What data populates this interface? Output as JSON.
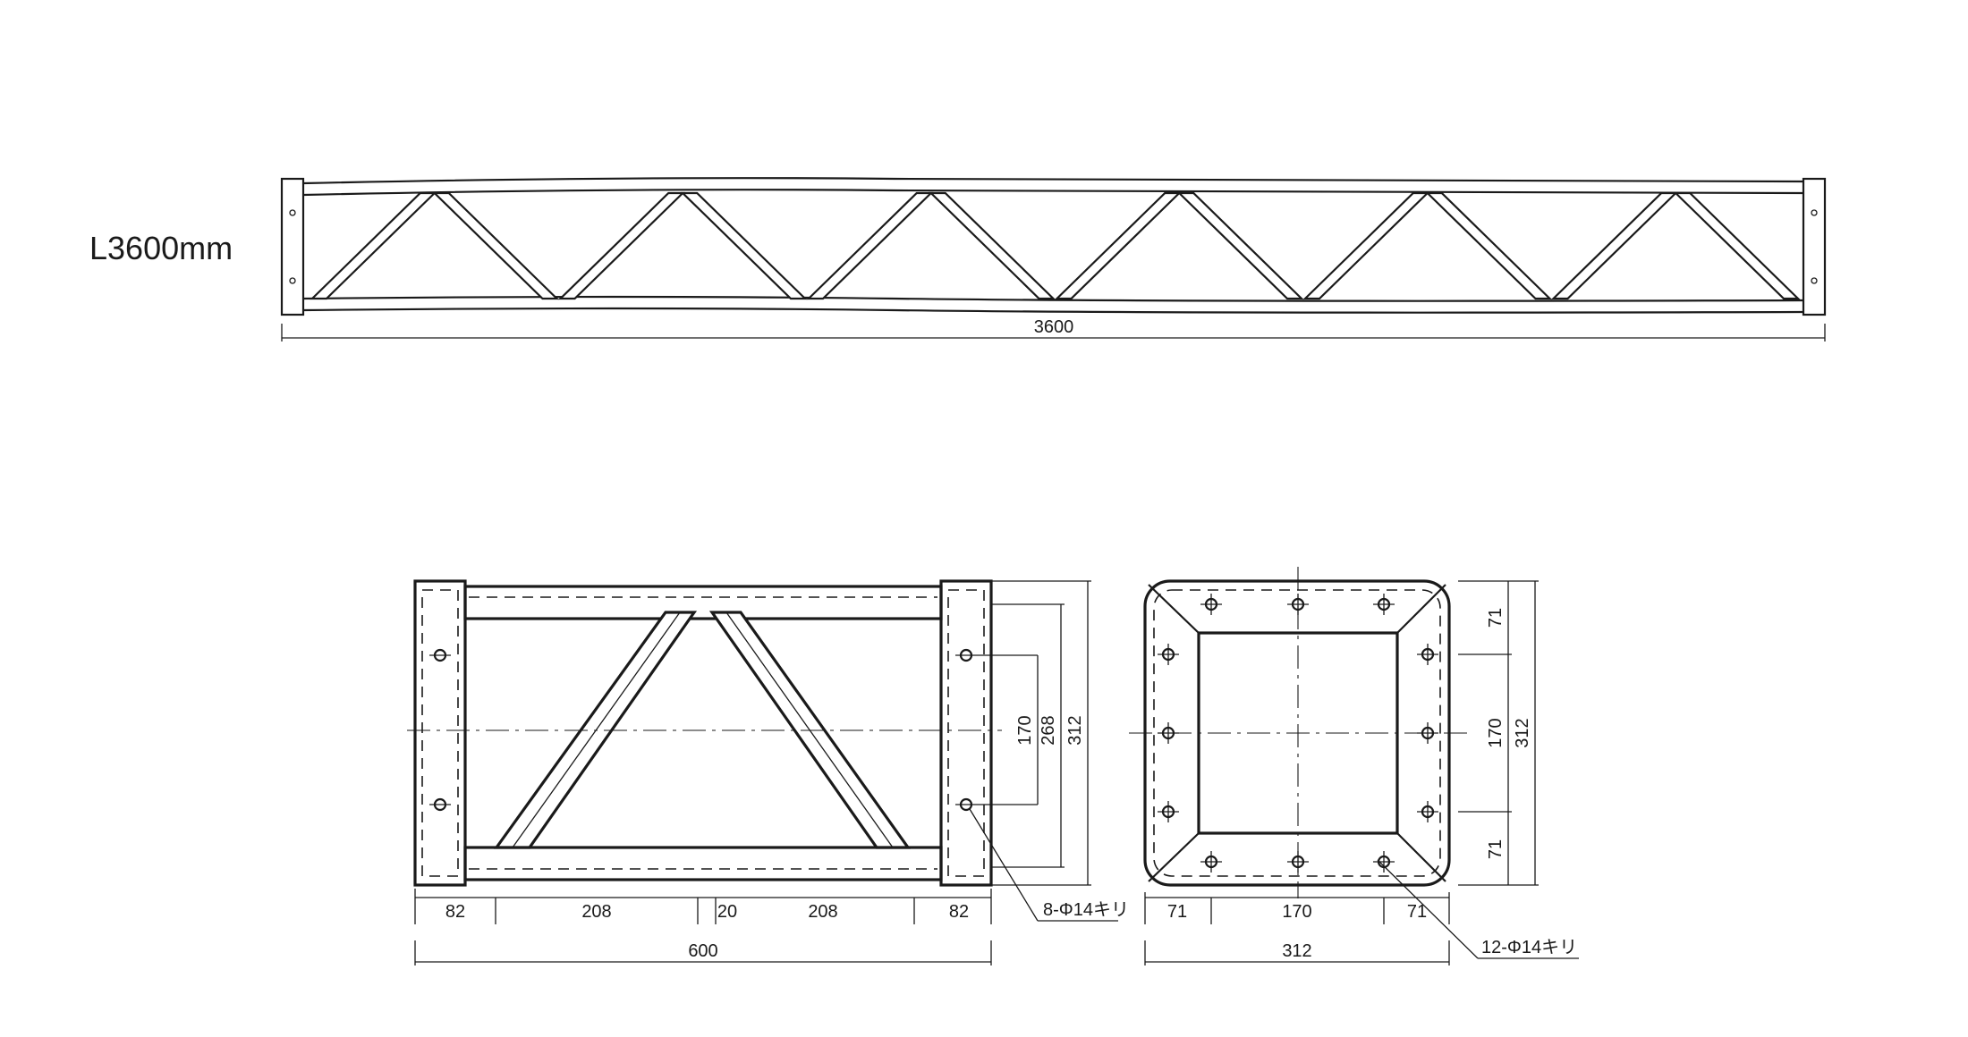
{
  "title": "L3600mm",
  "elevation": {
    "overall_dim": "3600",
    "panels": 6
  },
  "side_view": {
    "dim_bottom": [
      "82",
      "208",
      "20",
      "208",
      "82"
    ],
    "dim_overall": "600",
    "dim_right": [
      "170",
      "268",
      "312"
    ],
    "hole_note": "8-Φ14キリ"
  },
  "end_view": {
    "dim_bottom": [
      "71",
      "170",
      "71"
    ],
    "dim_overall": "312",
    "dim_right": [
      "71",
      "170",
      "71"
    ],
    "dim_right_overall": "312",
    "hole_note": "12-Φ14キリ"
  }
}
